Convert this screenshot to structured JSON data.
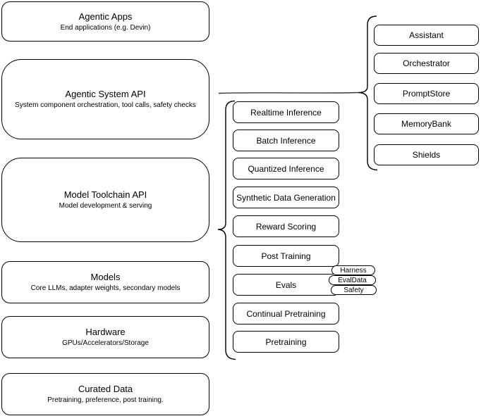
{
  "diagram": {
    "left_stack": [
      {
        "title": "Agentic Apps",
        "subtitle": "End applications (e.g. Devin)"
      },
      {
        "title": "Agentic System API",
        "subtitle": "System component orchestration, tool calls, safety checks"
      },
      {
        "title": "Model Toolchain API",
        "subtitle": "Model development & serving"
      },
      {
        "title": "Models",
        "subtitle": "Core LLMs, adapter weights, secondary models"
      },
      {
        "title": "Hardware",
        "subtitle": "GPUs/Accelerators/Storage"
      },
      {
        "title": "Curated Data",
        "subtitle": "Pretraining, preference, post training."
      }
    ],
    "toolchain_services": [
      "Realtime Inference",
      "Batch Inference",
      "Quantized Inference",
      "Synthetic Data Generation",
      "Reward Scoring",
      "Post Training",
      "Evals",
      "Continual Pretraining",
      "Pretraining"
    ],
    "eval_tags": [
      "Harness",
      "EvalData",
      "Safety"
    ],
    "system_components": [
      "Assistant",
      "Orchestrator",
      "PromptStore",
      "MemoryBank",
      "Shields"
    ],
    "colors": {
      "box_border": "#000000",
      "box_fill": "#ffffff",
      "connector": "#3a3a3a"
    }
  }
}
